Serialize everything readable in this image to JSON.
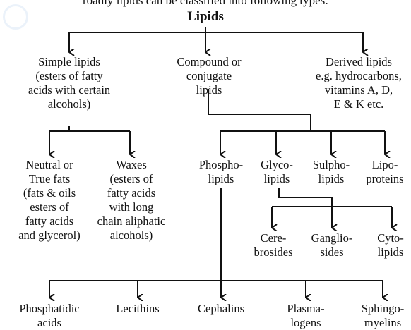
{
  "intro_text": "roadly lipids can be classified into following types:",
  "title": "Lipids",
  "nodes": {
    "simple": "Simple lipids\n(esters of fatty\nacids with certain\nalcohols)",
    "compound": "Compound or\nconjugate\nlipids",
    "derived": "Derived lipids\ne.g. hydrocarbons,\nvitamins A, D,\nE & K etc.",
    "neutral": "Neutral or\nTrue fats\n(fats & oils\nesters of\nfatty acids\nand glycerol)",
    "waxes": "Waxes\n(esters of\nfatty acids\nwith long\nchain aliphatic\nalcohols)",
    "phospho": "Phospho-\nlipids",
    "glyco": "Glyco-\nlipids",
    "sulpho": "Sulpho-\nlipids",
    "lipo": "Lipo-\nproteins",
    "cerebrosides": "Cere-\nbrosides",
    "gangliosides": "Ganglio-\nsides",
    "cytolipids": "Cyto-\nlipids",
    "phosphatidic": "Phosphatidic\nacids",
    "lecithins": "Lecithins",
    "cephalins": "Cephalins",
    "plasmalogens": "Plasma-\nlogens",
    "sphingomyelins": "Sphingo-\nmyelins"
  }
}
